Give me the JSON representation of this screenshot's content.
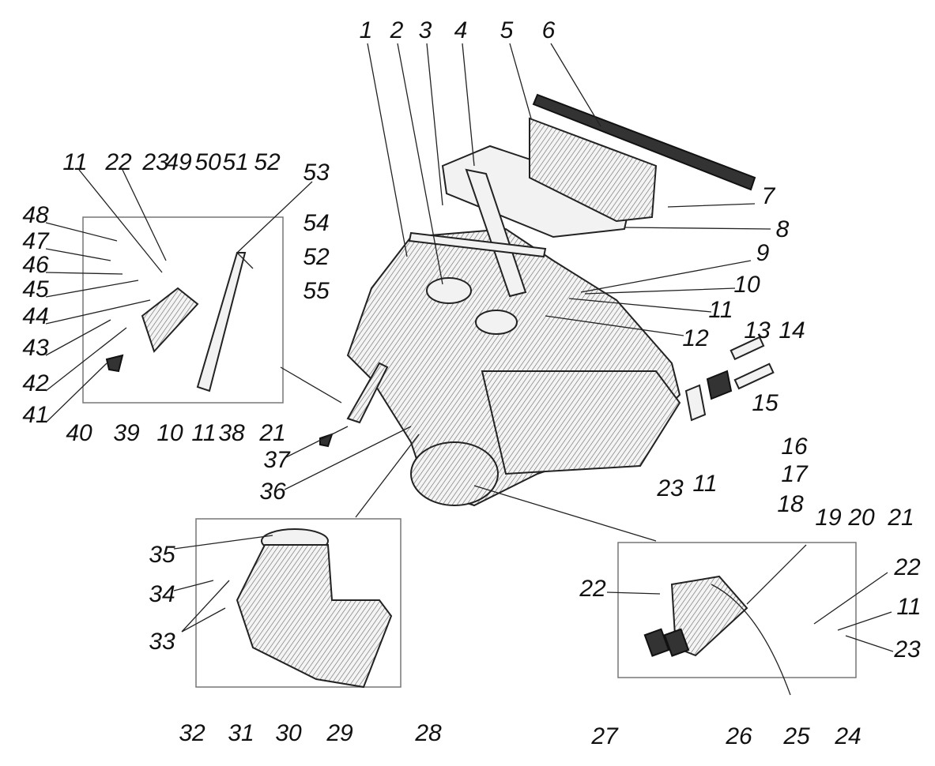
{
  "diagram": {
    "type": "exploded-view",
    "callouts": [
      "1",
      "2",
      "3",
      "4",
      "5",
      "6",
      "7",
      "8",
      "9",
      "10",
      "11",
      "12",
      "13",
      "14",
      "15",
      "16",
      "17",
      "18",
      "23",
      "11",
      "11",
      "22",
      "23",
      "49",
      "50",
      "51",
      "52",
      "53",
      "48",
      "47",
      "46",
      "45",
      "54",
      "52",
      "44",
      "55",
      "43",
      "42",
      "41",
      "40",
      "39",
      "10",
      "11",
      "38",
      "21",
      "37",
      "36",
      "35",
      "34",
      "33",
      "32",
      "31",
      "30",
      "29",
      "28",
      "19",
      "20",
      "21",
      "22",
      "22",
      "11",
      "23",
      "27",
      "26",
      "25",
      "24"
    ]
  }
}
